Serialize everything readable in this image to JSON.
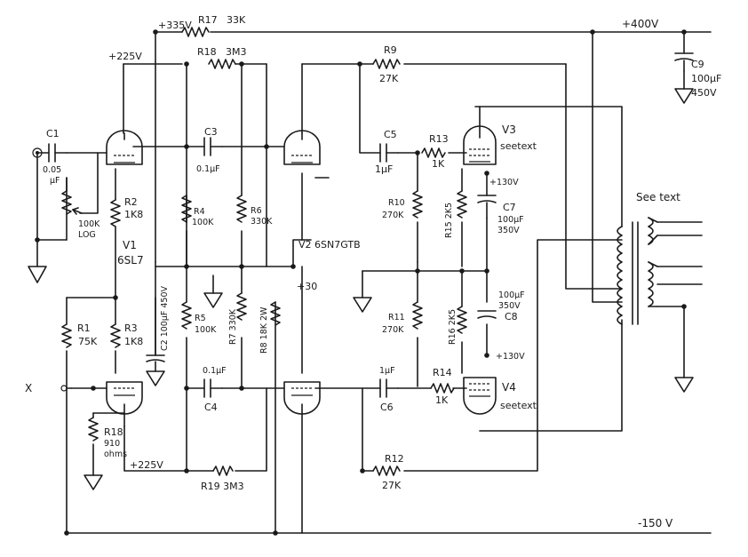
{
  "labels": {
    "rail_335": "+335V",
    "r17": "R17",
    "r17_val": "33K",
    "rail_400": "+400V",
    "rail_225_top": "+225V",
    "r18": "R18",
    "r18_val": "3M3",
    "r9": "R9",
    "r9_val": "27K",
    "c9": "C9",
    "c9_cap": "100µF",
    "c9_volt": "450V",
    "c1": "C1",
    "c1_val": "0.05",
    "c1_unit": "µF",
    "pot": "100K",
    "pot_type": "LOG",
    "r2": "R2",
    "r2_val": "1K8",
    "v1": "V1",
    "v1_type": "6SL7",
    "c3": "C3",
    "c3_val": "0.1µF",
    "r4": "R4",
    "r4_val": "100K",
    "r6": "R6",
    "r6_val": "330K",
    "v2_type": "V2 6SN7GTB",
    "c5": "C5",
    "c5_val": "1µF",
    "r13": "R13",
    "r13_val": "1K",
    "v3": "V3",
    "v3_note": "seetext",
    "r15": "R15 2K5",
    "v130_top": "+130V",
    "c7": "C7",
    "c7_val": "100µF",
    "c7_volt": "350V",
    "r10": "R10",
    "r10_val": "270K",
    "xfmr_note": "See text",
    "c2": "C2 100µF 450V",
    "r5": "R5",
    "r5_val": "100K",
    "r7": "R7 330K",
    "r8": "R8 18K 2W",
    "v30": "+30",
    "r1": "R1",
    "r1_val": "75K",
    "r3": "R3",
    "r3_val": "1K8",
    "r11": "R11",
    "r11_val": "270K",
    "r16": "R16 2K5",
    "c8_val": "100µF",
    "c8_volt": "350V",
    "c8": "C8",
    "v130_bot": "+130V",
    "c4_val": "0.1µF",
    "c4": "C4",
    "c6_val": "1µF",
    "c6": "C6",
    "r14": "R14",
    "r14_val": "1K",
    "v4": "V4",
    "v4_note": "seetext",
    "input": "X",
    "r18b": "R18",
    "r18b_val": "910",
    "r18b_unit": "ohms",
    "rail_225_bot": "+225V",
    "r19": "R19 3M3",
    "r12": "R12",
    "r12_val": "27K",
    "rail_neg150": "-150 V"
  }
}
